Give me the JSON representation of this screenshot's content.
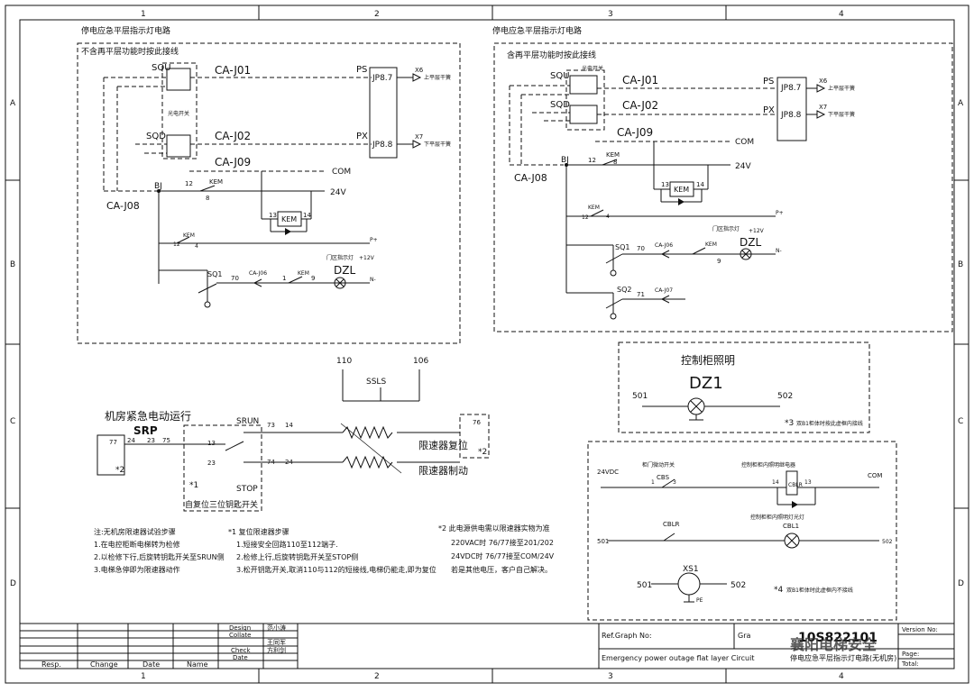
{
  "grid": {
    "cols": [
      "1",
      "2",
      "3",
      "4"
    ],
    "rows": [
      "A",
      "B",
      "C",
      "D"
    ]
  },
  "left_panel": {
    "title": "停电应急平层指示灯电路",
    "subtitle": "不含再平层功能时按此接线",
    "SQU": "SQU",
    "SQD": "SQD",
    "CA_J01": "CA-J01",
    "CA_J02": "CA-J02",
    "CA_J09": "CA-J09",
    "CA_J08": "CA-J08",
    "PS": "PS",
    "PX": "PX",
    "JP87": "JP8.7",
    "JP88": "JP8.8",
    "X6": "X6",
    "X7": "X7",
    "up": "上平层干簧",
    "down": "下平层干簧",
    "COM": "COM",
    "V24": "24V",
    "BJ": "BJ",
    "KEM": "KEM",
    "n12": "12",
    "n8": "8",
    "n13": "13",
    "n14": "14",
    "n4": "4",
    "n70": "70",
    "n1": "1",
    "n9": "9",
    "SQ1": "SQ1",
    "CA_J06": "CA-J06",
    "DZL": "DZL",
    "door": "门区指示灯",
    "p12v": "+12V",
    "pp": "P+",
    "nm": "N-",
    "switch": "光电开关"
  },
  "right_panel": {
    "title": "停电应急平层指示灯电路",
    "subtitle": "含再平层功能时按此接线",
    "SQU": "SQU",
    "SQD": "SQD",
    "CA_J01": "CA-J01",
    "CA_J02": "CA-J02",
    "CA_J09": "CA-J09",
    "CA_J08": "CA-J08",
    "PS": "PS",
    "PX": "PX",
    "JP87": "JP8.7",
    "JP88": "JP8.8",
    "X6": "X6",
    "X7": "X7",
    "up": "上平层干簧",
    "down": "下平层干簧",
    "COM": "COM",
    "V24": "24V",
    "BJ": "BJ",
    "KEM": "KEM",
    "n12": "12",
    "n8": "8",
    "n13": "13",
    "n14": "14",
    "n4": "4",
    "n70": "70",
    "n9": "9",
    "n71": "71",
    "SQ1": "SQ1",
    "SQ2": "SQ2",
    "CA_J06": "CA-J06",
    "CA_J07": "CA-J07",
    "DZL": "DZL",
    "door": "门区指示灯",
    "p12v": "+12V",
    "pp": "P+",
    "nm": "N-",
    "switch": "光电开关"
  },
  "cabinet_light": {
    "title": "控制柜照明",
    "DZ1": "DZ1",
    "t501": "501",
    "t502": "502",
    "note": "*3",
    "note_text": "双B1柜体时按此虚框内接线"
  },
  "emergency": {
    "title": "机房紧急电动运行",
    "SRP": "SRP",
    "SRUN": "SRUN",
    "STOP": "STOP",
    "n77": "77",
    "n24": "24",
    "n23": "23",
    "n75": "75",
    "n13": "13",
    "n73": "73",
    "n14": "14",
    "n74": "74",
    "n76": "76",
    "star1": "*1",
    "star2": "*2",
    "key": "自复位三位钥匙开关",
    "SSLS": "SSLS",
    "n110": "110",
    "n106": "106",
    "reset": "限速器复位",
    "brake": "限速器制动"
  },
  "notes": {
    "n1_title": "注:无机房限速器试验步骤",
    "n1_lines": [
      "1.在电控柜断电梯转为检修",
      "2.以检修下行,后旋转钥匙开关至SRUN侧",
      "3.电梯急停即为限速器动作"
    ],
    "n2_title": "*1 复位限速器步骤",
    "n2_lines": [
      "1.短接安全回路110至112端子.",
      "2.检修上行,后旋转钥匙开关至STOP侧",
      "3.松开钥匙开关,取消110与112的短接线,电梯仍能走,即为复位"
    ],
    "n3_title": "*2 此电源供电需以限速器实物为准",
    "n3_lines": [
      "220VAC时  76/77接至201/202",
      "24VDC时  76/77接至COM/24V",
      "若是其他电压，客户自己解决。"
    ]
  },
  "lower_right": {
    "v24dc": "24VDC",
    "COM": "COM",
    "CBS": "CBS",
    "cbs_label": "柜门微动开关",
    "n1": "1",
    "n3": "3",
    "n14": "14",
    "n13": "13",
    "CBLR": "CBLR",
    "relay_label": "控制柜柜内照明继电器",
    "lamp_label": "控制柜柜内照明灯光灯",
    "CBL1": "CBL1",
    "t501": "501",
    "t502": "502",
    "XS1": "XS1",
    "PE": "PE",
    "note": "*4",
    "note_text": "双B1柜体时此虚框内不接线"
  },
  "title_block": {
    "design": "Design",
    "collate": "Collate",
    "check": "Check",
    "date": "Date",
    "designer": "范小涛",
    "collator": "王同军",
    "checker": "方利剑",
    "resp": "Resp.",
    "change": "Change",
    "date2": "Date",
    "name": "Name",
    "ref": "Ref.Graph  No:",
    "graph": "Gra",
    "drawing_no": "10S822101",
    "version": "Version No:",
    "page": "Page:",
    "total": "Total:",
    "desc": "Emergency power outage flat layer Circuit",
    "desc_cn": "停电应急平层指示灯电路(无机房)",
    "watermark": "襄阳电梯安全"
  }
}
